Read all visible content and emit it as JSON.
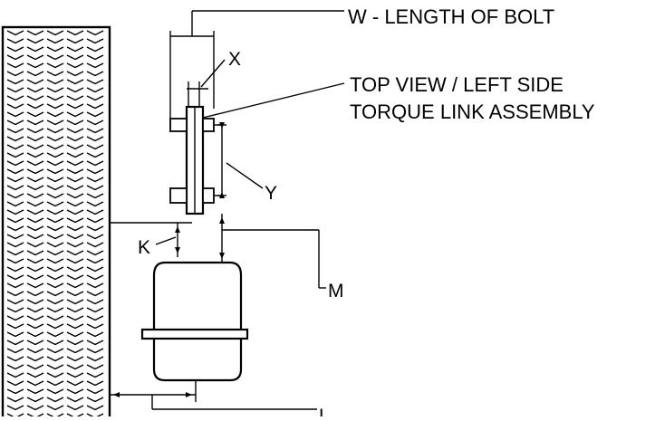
{
  "diagram": {
    "labels": {
      "w": "W - LENGTH OF BOLT",
      "x": "X",
      "view_line1": "TOP VIEW / LEFT SIDE",
      "view_line2": "TORQUE LINK ASSEMBLY",
      "y": "Y",
      "k": "K",
      "m": "M",
      "l": "L"
    }
  }
}
